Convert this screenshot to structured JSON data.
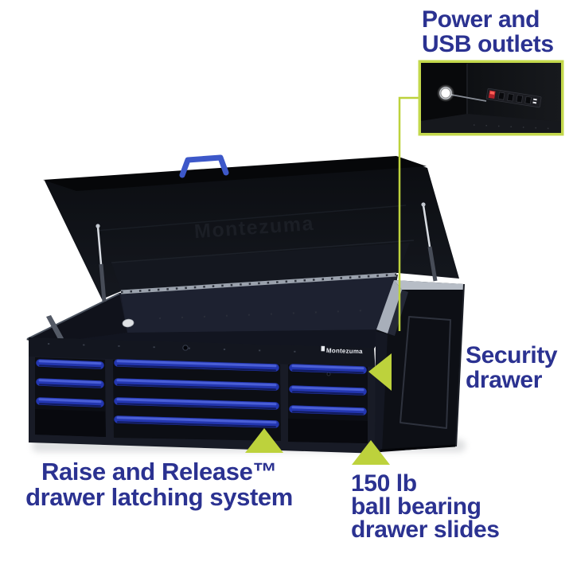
{
  "product": {
    "brand": "Montezuma",
    "lid_logo": "Montezuma",
    "front_logo": "Montezuma"
  },
  "callouts": {
    "power": {
      "line1": "Power and",
      "line2": "USB outlets"
    },
    "security": {
      "line1": "Security",
      "line2": "drawer"
    },
    "raise": {
      "line1": "Raise and Release™",
      "line2": "drawer latching system"
    },
    "slides": {
      "line1": "150 lb",
      "line2": "ball bearing",
      "line3": "drawer slides"
    }
  },
  "colors": {
    "label_navy": "#2b3291",
    "lime": "#bdd23c",
    "lime_border": "#c3d84b",
    "handle_blue": "#3d58c9",
    "drawer_blue": "#2336b0"
  }
}
